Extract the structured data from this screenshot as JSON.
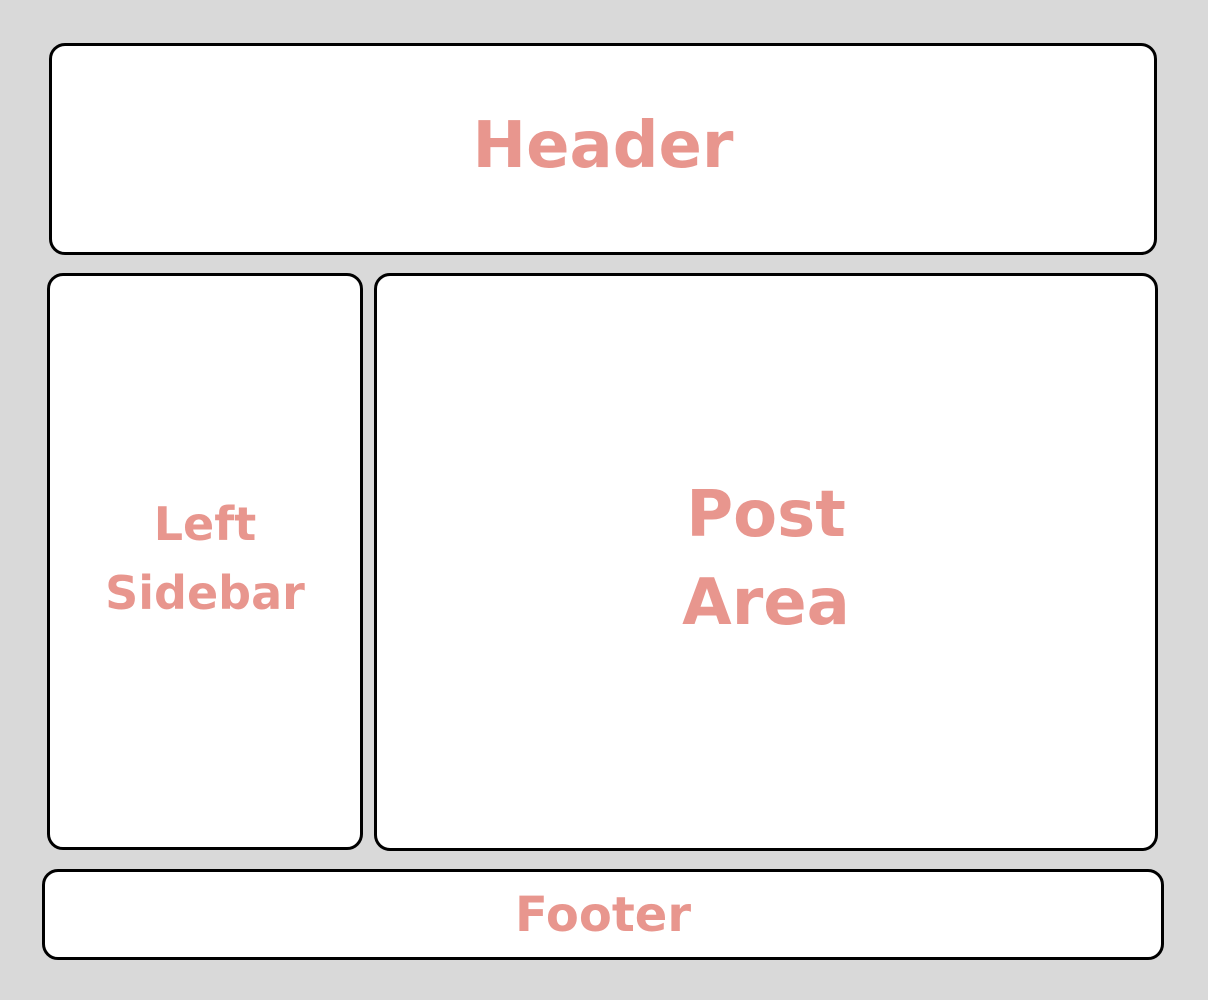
{
  "colors": {
    "background": "#d9d9d9",
    "box_fill": "#ffffff",
    "box_border": "#000000",
    "label_text": "#e8968e"
  },
  "header": {
    "label": "Header"
  },
  "left_sidebar": {
    "line1": "Left",
    "line2": "Sidebar"
  },
  "post_area": {
    "line1": "Post",
    "line2": "Area"
  },
  "footer": {
    "label": "Footer"
  }
}
